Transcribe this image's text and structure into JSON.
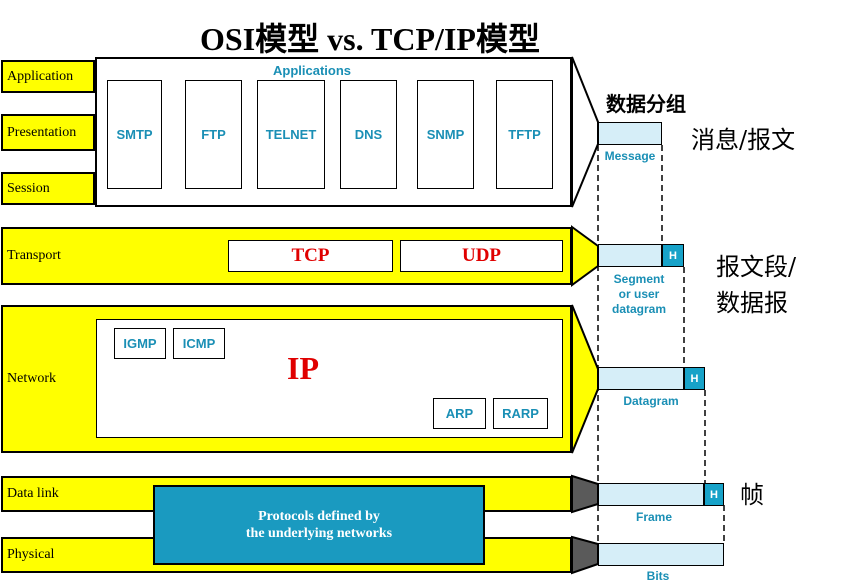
{
  "title": "OSI模型 vs. TCP/IP模型",
  "packets_heading": "数据分组",
  "osi_layers": {
    "application": "Application",
    "presentation": "Presentation",
    "session": "Session",
    "transport": "Transport",
    "network": "Network",
    "data_link": "Data link",
    "physical": "Physical"
  },
  "applications": {
    "title": "Applications",
    "protocols": [
      "SMTP",
      "FTP",
      "TELNET",
      "DNS",
      "SNMP",
      "TFTP"
    ]
  },
  "transport": {
    "tcp": "TCP",
    "udp": "UDP"
  },
  "network": {
    "igmp": "IGMP",
    "icmp": "ICMP",
    "ip": "IP",
    "arp": "ARP",
    "rarp": "RARP"
  },
  "underlying": {
    "line1": "Protocols defined by",
    "line2": "the underlying networks"
  },
  "packets": {
    "header": "H",
    "message": "Message",
    "segment": [
      "Segment",
      "or user",
      "datagram"
    ],
    "datagram": "Datagram",
    "frame": "Frame",
    "bits": "Bits"
  },
  "chinese_labels": {
    "message": "消息/报文",
    "segment_line1": "报文段/",
    "segment_line2": "数据报",
    "frame": "帧"
  },
  "colors": {
    "layer": "#ffff00",
    "protocol_text": "#1a8fb5",
    "highlight": "#e00000",
    "packet": "#d6eef8",
    "header": "#17a2c8"
  }
}
